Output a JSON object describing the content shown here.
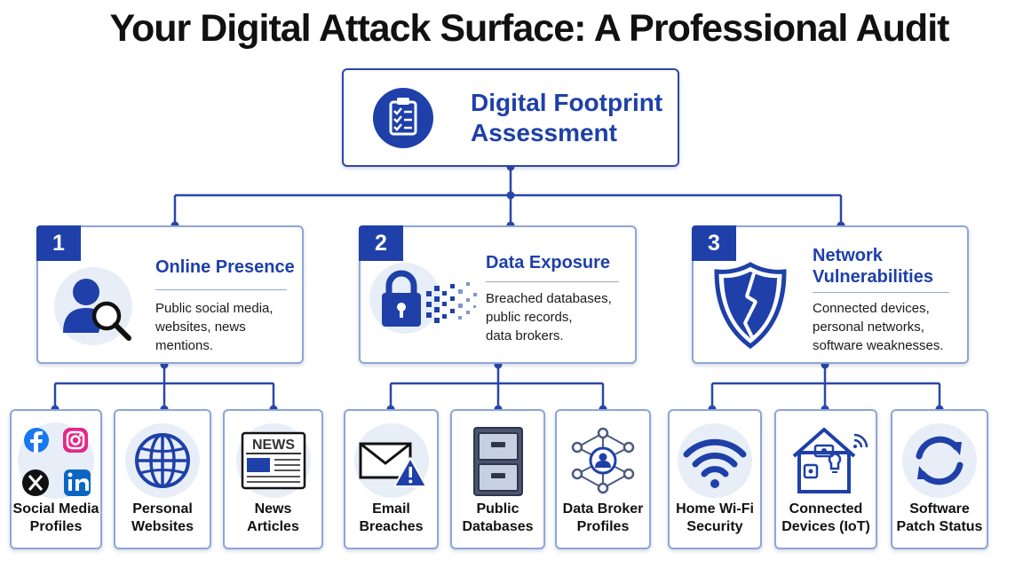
{
  "title": "Your Digital Attack Surface: A Professional Audit",
  "root": {
    "title_line1": "Digital Footprint",
    "title_line2": "Assessment",
    "icon": "clipboard-checklist-icon"
  },
  "categories": [
    {
      "number": "1",
      "title_line1": "Online Presence",
      "desc_lines": [
        "Public social media,",
        "websites, news mentions."
      ],
      "icon": "user-search-icon"
    },
    {
      "number": "2",
      "title_line1": "Data Exposure",
      "desc_lines": [
        "Breached databases,",
        "public records,",
        "data brokers."
      ],
      "icon": "padlock-data-icon"
    },
    {
      "number": "3",
      "title_line1": "Network",
      "title_line2": "Vulnerabilities",
      "desc_lines": [
        "Connected devices,",
        "personal networks,",
        "software weaknesses."
      ],
      "icon": "cracked-shield-icon"
    }
  ],
  "leaves": [
    {
      "line1": "Social Media",
      "line2": "Profiles",
      "icon": "social-media-logos-icon"
    },
    {
      "line1": "Personal",
      "line2": "Websites",
      "icon": "globe-icon"
    },
    {
      "line1": "News",
      "line2": "Articles",
      "icon": "newspaper-icon",
      "icon_text": "NEWS"
    },
    {
      "line1": "Email",
      "line2": "Breaches",
      "icon": "envelope-warning-icon"
    },
    {
      "line1": "Public",
      "line2": "Databases",
      "icon": "file-cabinet-icon"
    },
    {
      "line1": "Data Broker",
      "line2": "Profiles",
      "icon": "network-person-icon"
    },
    {
      "line1": "Home Wi-Fi",
      "line2": "Security",
      "icon": "wifi-icon"
    },
    {
      "line1": "Connected",
      "line2": "Devices (IoT)",
      "icon": "smart-home-icon"
    },
    {
      "line1": "Software",
      "line2": "Patch Status",
      "icon": "refresh-arrows-icon"
    }
  ],
  "colors": {
    "primary_blue": "#1e40a8",
    "light_circle": "#e8eef8",
    "box_border": "#8ca6d8",
    "connector": "#2a47a8"
  }
}
